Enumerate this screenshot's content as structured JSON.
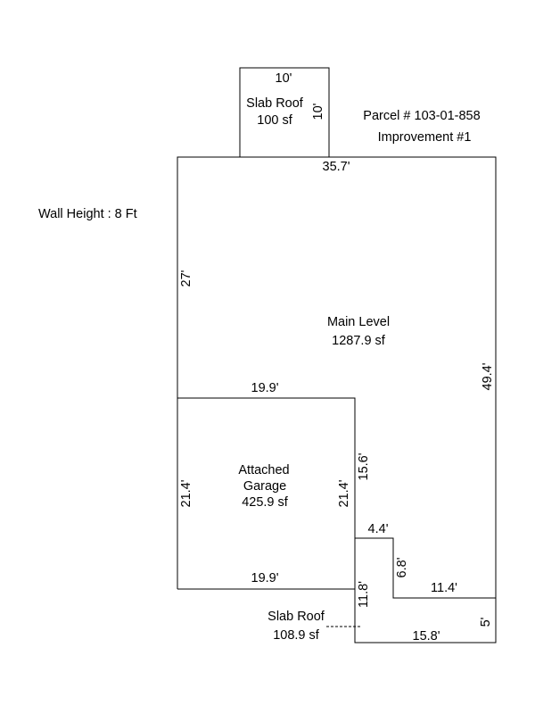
{
  "header": {
    "parcel": "Parcel # 103-01-858",
    "improvement": "Improvement #1",
    "wall_height": "Wall Height : 8 Ft"
  },
  "areas": {
    "slab_roof_top": {
      "name": "Slab Roof",
      "area": "100 sf",
      "width": "10'",
      "depth": "10'"
    },
    "main_level": {
      "name": "Main Level",
      "area": "1287.9 sf"
    },
    "garage": {
      "name_line1": "Attached",
      "name_line2": "Garage",
      "area": "425.9 sf"
    },
    "slab_roof_bottom": {
      "name": "Slab Roof",
      "area": "108.9 sf"
    }
  },
  "dimensions": {
    "main_top": "35.7'",
    "main_left": "27'",
    "main_right": "49.4'",
    "garage_top": "19.9'",
    "garage_bottom": "19.9'",
    "garage_left": "21.4'",
    "garage_right": "21.4'",
    "main_inner": "15.6'",
    "step_top": "4.4'",
    "step_side": "6.8'",
    "step_bottom": "11.4'",
    "slab_left": "11.8'",
    "slab_bottom": "15.8'",
    "slab_right": "5'"
  }
}
